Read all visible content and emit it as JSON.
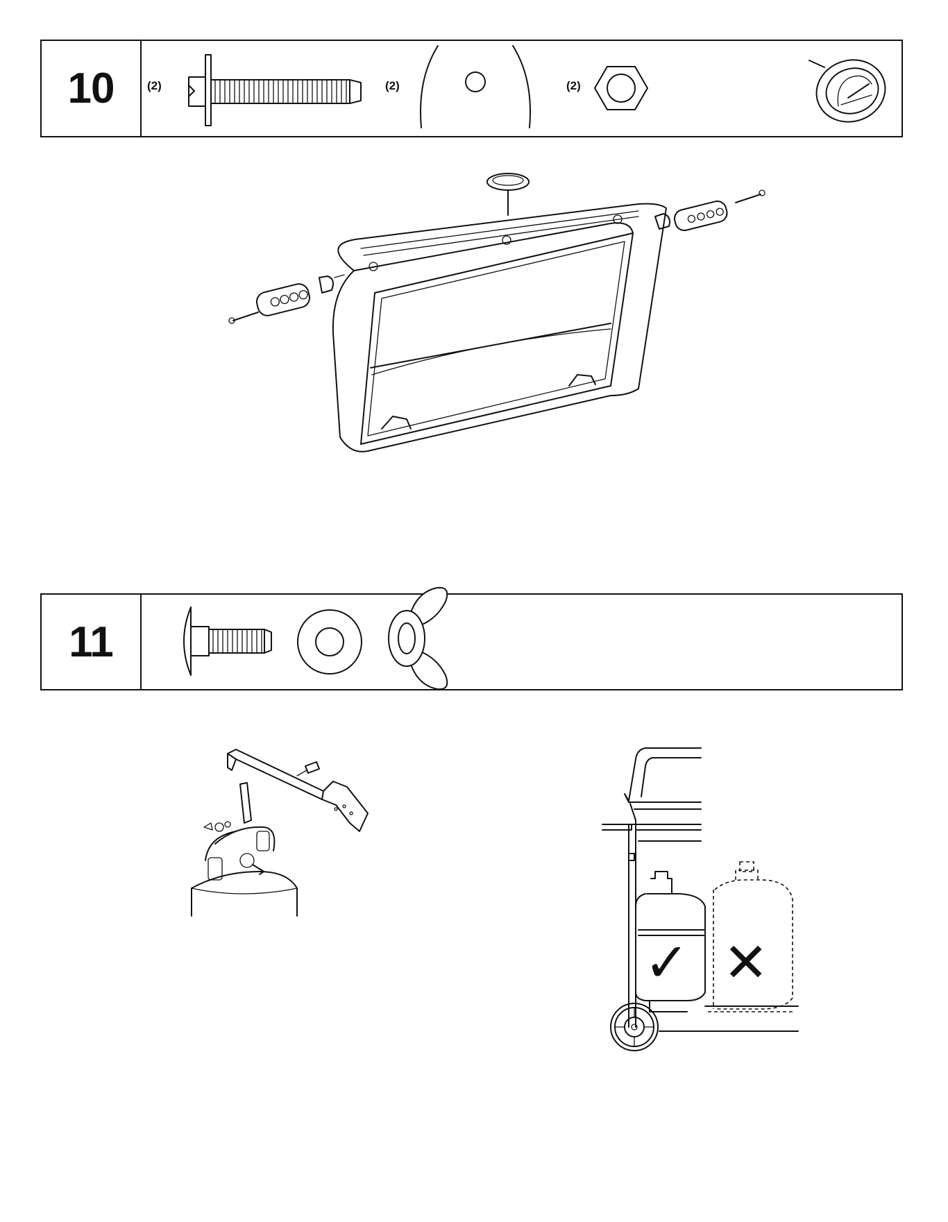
{
  "step10": {
    "number": "10",
    "parts": [
      {
        "qty": "(2)",
        "icon": "flange-bolt-icon"
      },
      {
        "qty": "(2)",
        "icon": "spacer-icon"
      },
      {
        "qty": "(2)",
        "icon": "hex-nut-icon"
      },
      {
        "icon": "thermometer-icon"
      }
    ],
    "illustration": "lid-handle-thermometer-assembly"
  },
  "step11": {
    "number": "11",
    "parts": [
      {
        "icon": "carriage-bolt-icon"
      },
      {
        "icon": "flat-washer-icon"
      },
      {
        "icon": "wing-nut-icon"
      }
    ],
    "illustrations": [
      "tank-bracket-assembly",
      "tank-placement-correct-incorrect"
    ],
    "marks": {
      "correct": "✓",
      "incorrect": "✕"
    }
  }
}
